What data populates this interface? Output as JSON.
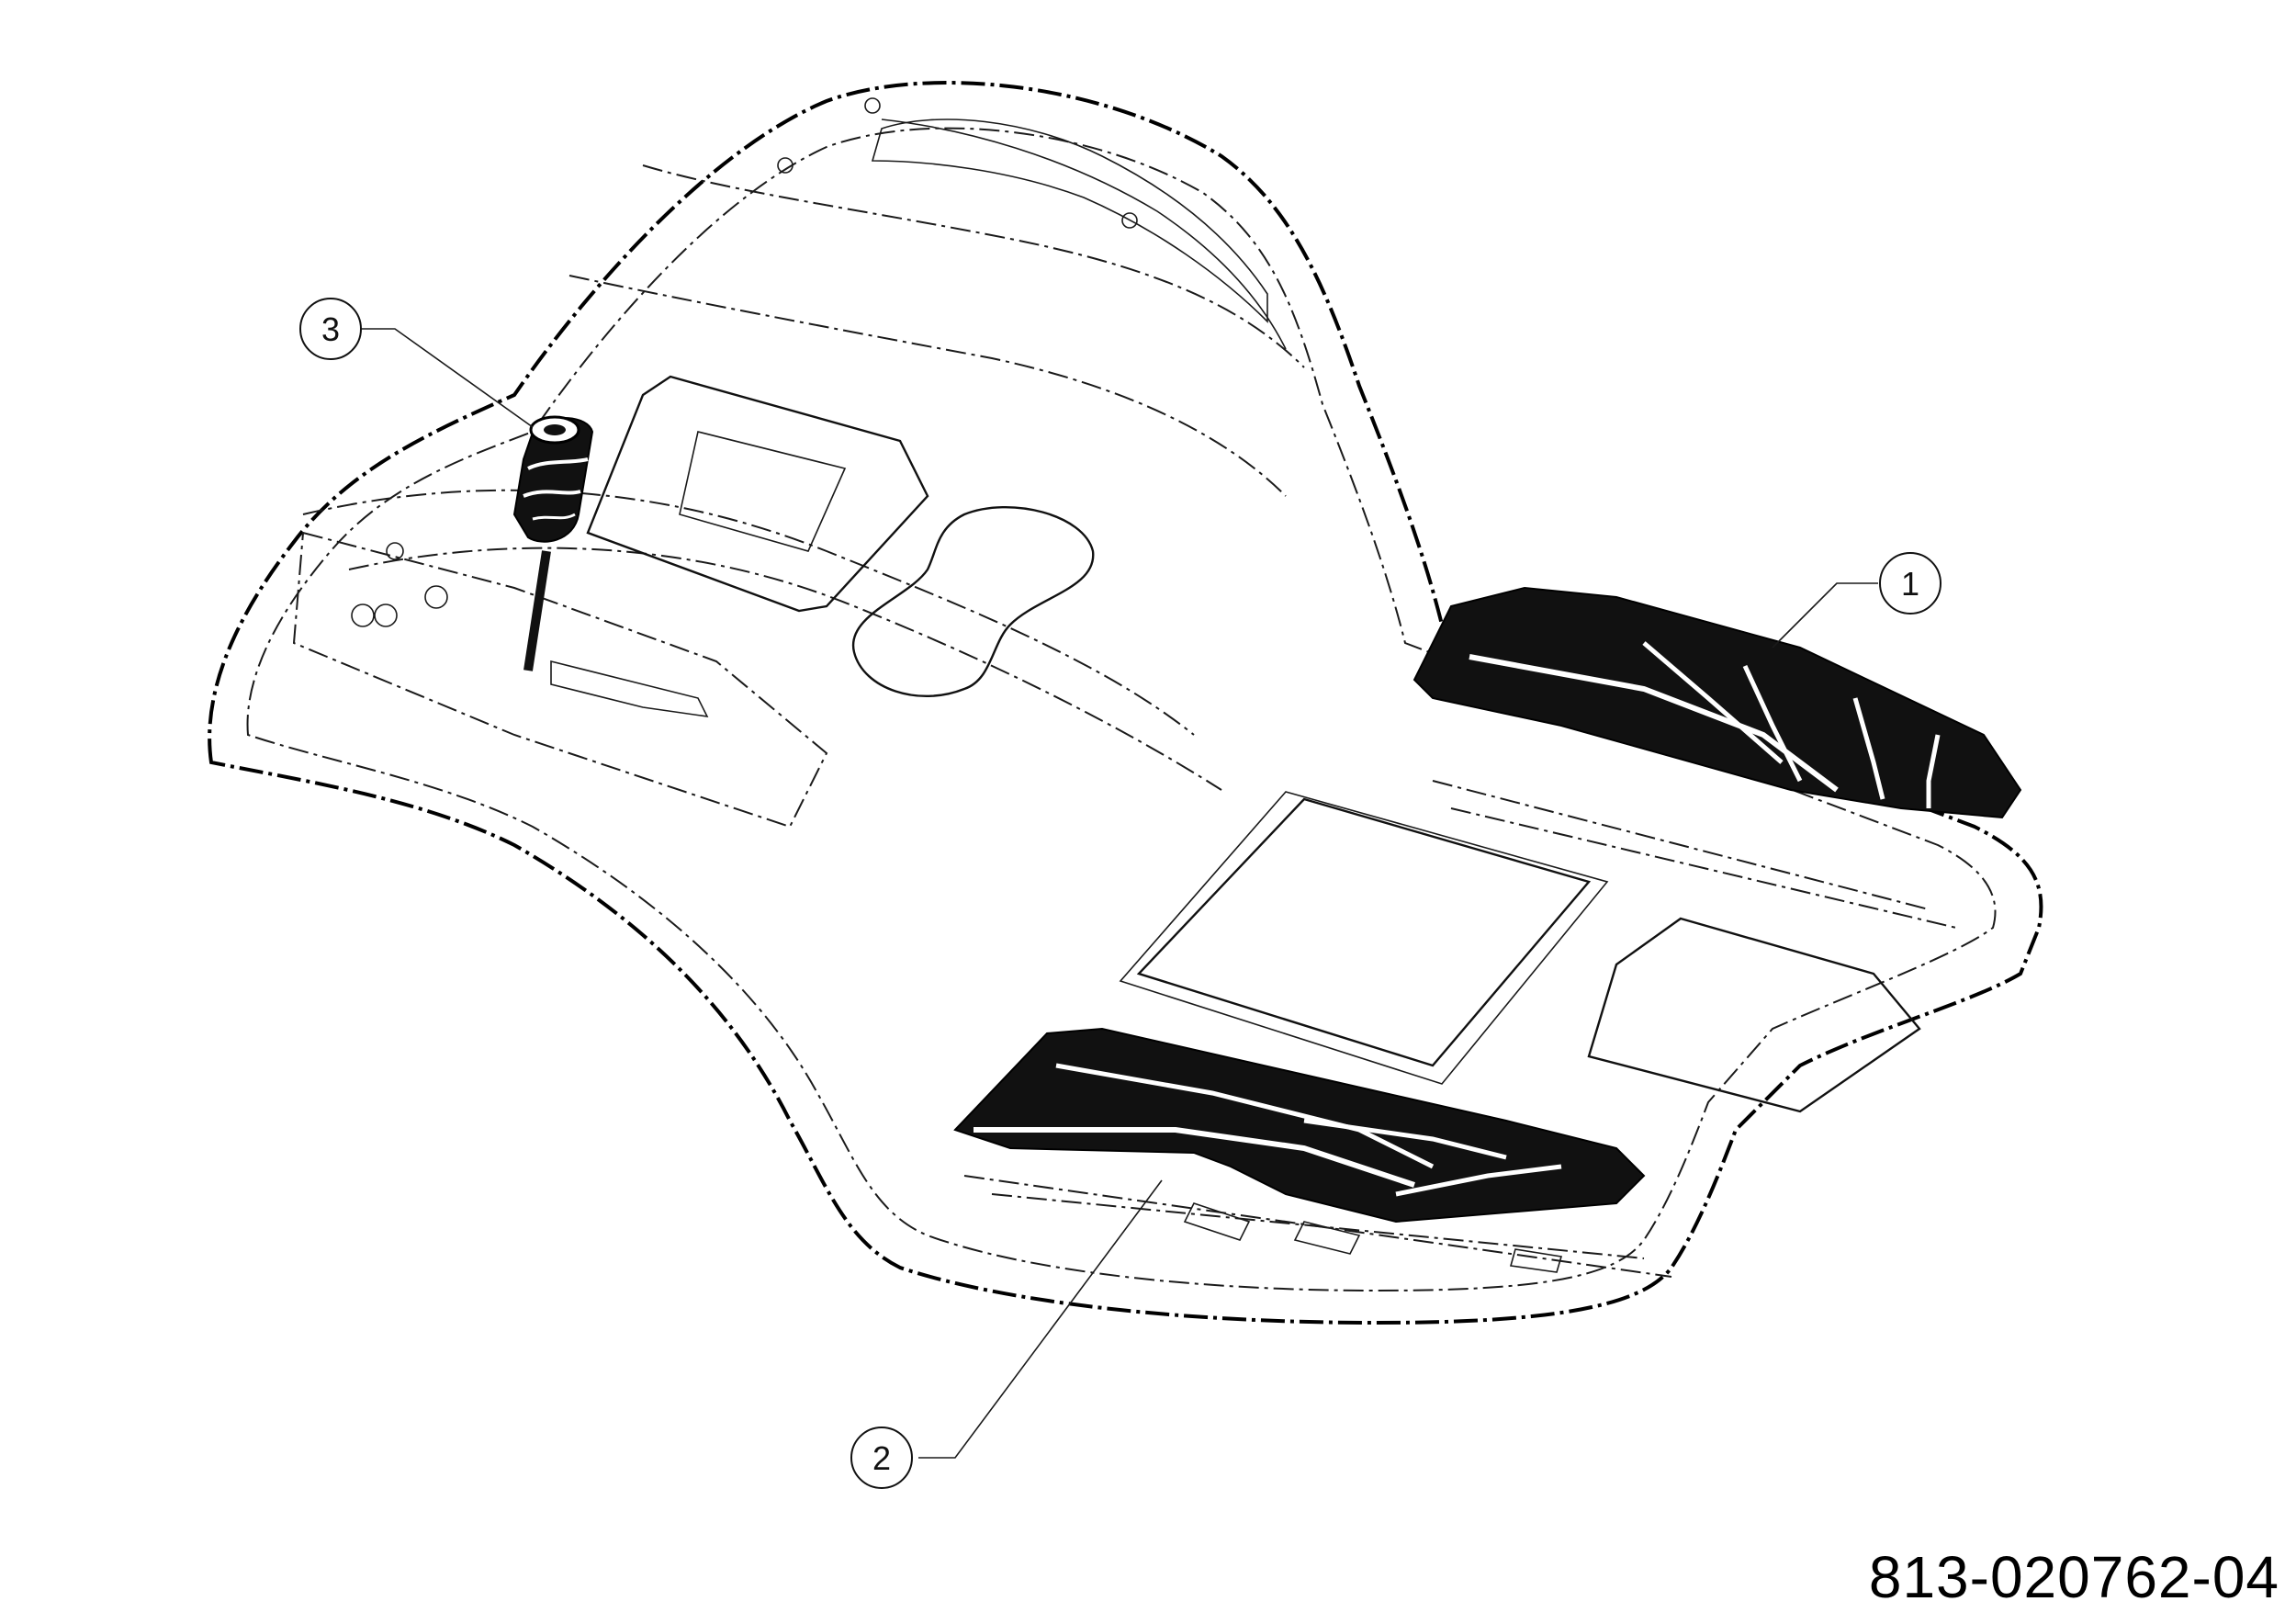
{
  "callouts": [
    {
      "id": "1",
      "label": "1",
      "part": "right-foot-mat"
    },
    {
      "id": "2",
      "label": "2",
      "part": "left-foot-mat"
    },
    {
      "id": "3",
      "label": "3",
      "part": "lever-knob"
    }
  ],
  "part_number": "813-020762-04",
  "colors": {
    "line": "#1a1a1a",
    "mat_fill": "#111111",
    "background": "#ffffff"
  }
}
